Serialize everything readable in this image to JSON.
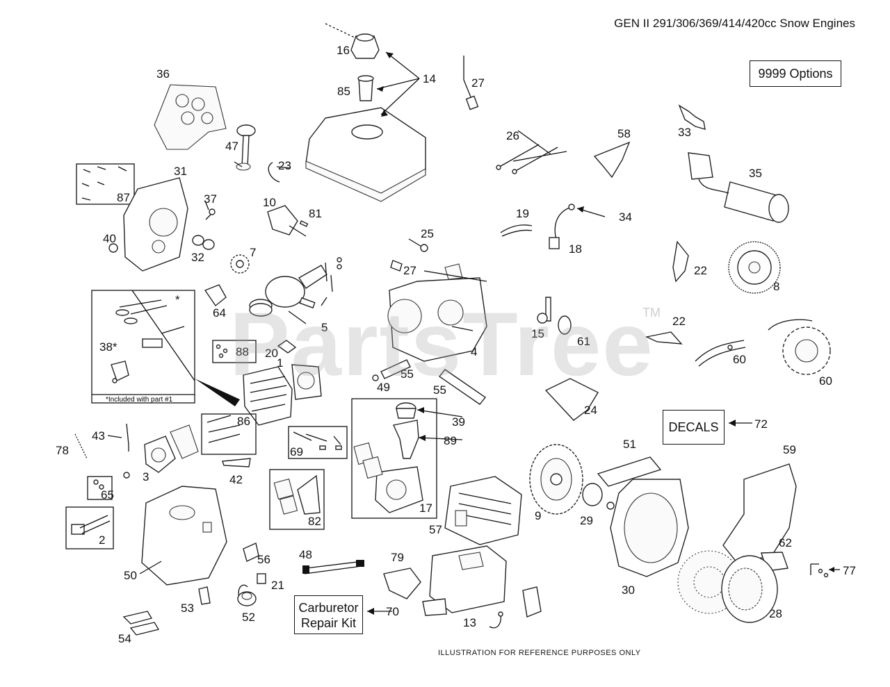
{
  "title": "GEN II 291/306/369/414/420cc Snow Engines",
  "options_label": "9999 Options",
  "decals_label": "DECALS",
  "carb_kit_label": "Carburetor Repair Kit",
  "carb_kit_line1": "Carburetor",
  "carb_kit_line2": "Repair Kit",
  "include_note": "*Included with part #1",
  "footer": "ILLUSTRATION FOR REFERENCE PURPOSES ONLY",
  "watermark": "PartsTree",
  "trademark": "TM",
  "callouts": {
    "p1": "1",
    "p2": "2",
    "p3": "3",
    "p4": "4",
    "p5": "5",
    "p7": "7",
    "p8": "8",
    "p9": "9",
    "p10": "10",
    "p13": "13",
    "p14": "14",
    "p15": "15",
    "p16": "16",
    "p17": "17",
    "p18": "18",
    "p19": "19",
    "p20": "20",
    "p21": "21",
    "p22a": "22",
    "p22b": "22",
    "p23": "23",
    "p24": "24",
    "p25": "25",
    "p26": "26",
    "p27a": "27",
    "p27b": "27",
    "p28": "28",
    "p29": "29",
    "p30": "30",
    "p31": "31",
    "p32": "32",
    "p33": "33",
    "p34": "34",
    "p35": "35",
    "p36": "36",
    "p37": "37",
    "p38": "38*",
    "p39": "39",
    "p40": "40",
    "p42": "42",
    "p43": "43",
    "p47": "47",
    "p48": "48",
    "p49": "49",
    "p50": "50",
    "p51": "51",
    "p52": "52",
    "p53": "53",
    "p54": "54",
    "p55a": "55",
    "p55b": "55",
    "p56": "56",
    "p57": "57",
    "p58": "58",
    "p59": "59",
    "p60a": "60",
    "p60b": "60",
    "p61": "61",
    "p62": "62",
    "p64": "64",
    "p65": "65",
    "p69": "69",
    "p70": "70",
    "p72": "72",
    "p77": "77",
    "p78": "78",
    "p79": "79",
    "p81": "81",
    "p82": "82",
    "p85": "85",
    "p86": "86",
    "p87": "87",
    "p88": "88",
    "p89": "89",
    "star": "*"
  }
}
